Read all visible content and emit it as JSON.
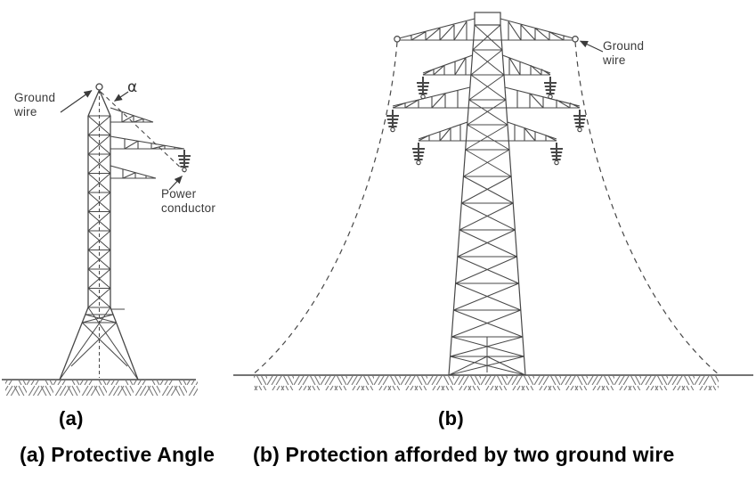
{
  "figure": {
    "type": "engineering-diagram",
    "topic": "Lightning protection of transmission lines by ground wires"
  },
  "colors": {
    "line": "#474747",
    "hatch": "#787878",
    "label_text": "#3a3a3a",
    "caption_text": "#050505",
    "background": "#ffffff"
  },
  "diagram_a": {
    "labels": {
      "ground_wire": "Ground\nwire",
      "alpha": "α",
      "power_conductor": "Power\nconductor"
    },
    "sublabel": "(a)"
  },
  "diagram_b": {
    "labels": {
      "ground_wire": "Ground\nwire"
    },
    "sublabel": "(b)"
  },
  "caption": {
    "part_a": "(a) Protective Angle",
    "part_b": "(b) Protection afforded by two ground wire"
  }
}
